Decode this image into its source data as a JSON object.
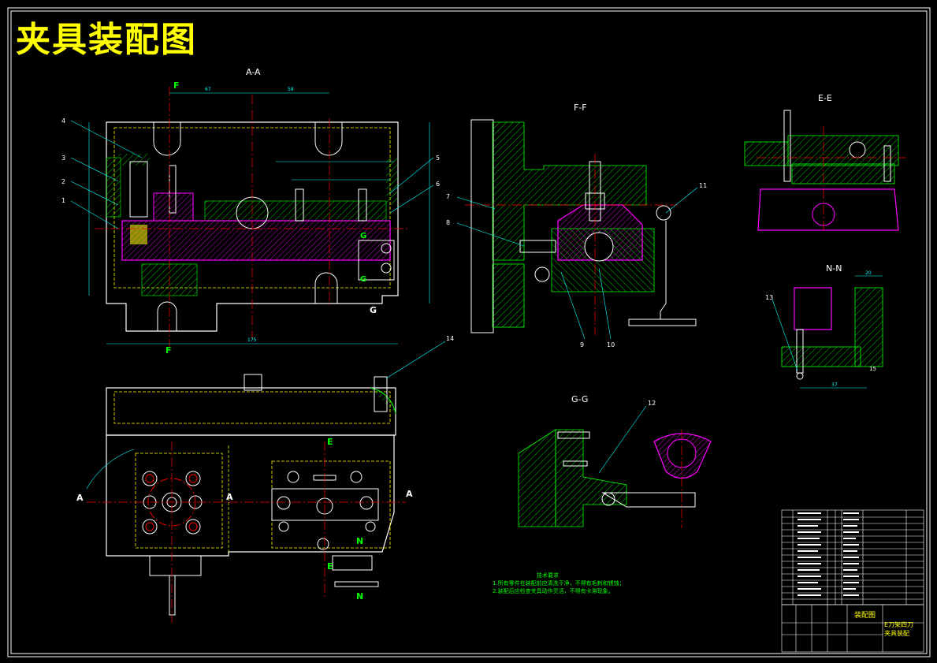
{
  "title": "夹具装配图",
  "views": {
    "aa": "A-A",
    "ff": "F-F",
    "ee": "E-E",
    "nn": "N-N",
    "gg": "G-G"
  },
  "cut_letters": {
    "f": "F",
    "g": "G",
    "a": "A",
    "e": "E",
    "n": "N"
  },
  "balloons": [
    "1",
    "2",
    "3",
    "4",
    "5",
    "6",
    "7",
    "8",
    "9",
    "10",
    "11",
    "12",
    "13",
    "14"
  ],
  "dims": {
    "d175": "175",
    "d67": "67",
    "d58": "58",
    "d20": "20",
    "d37": "37",
    "d15": "15"
  },
  "notes": {
    "title": "技术要求",
    "line1": "1.所有零件在装配前应清洗干净，不得有毛刺和锈蚀；",
    "line2": "2.装配后应检查夹具动作灵活，不得有卡滞现象。"
  },
  "title_block": {
    "drawing_name": "装配图",
    "part_name": "E刀架四刀",
    "subtitle": "夹具装配"
  },
  "colors": {
    "bg": "#000000",
    "outline": "#ffffff",
    "hidden": "#ffff00",
    "section": "#00ff00",
    "dimension": "#00ffff",
    "center": "#ff0000",
    "part": "#ff00ff"
  }
}
